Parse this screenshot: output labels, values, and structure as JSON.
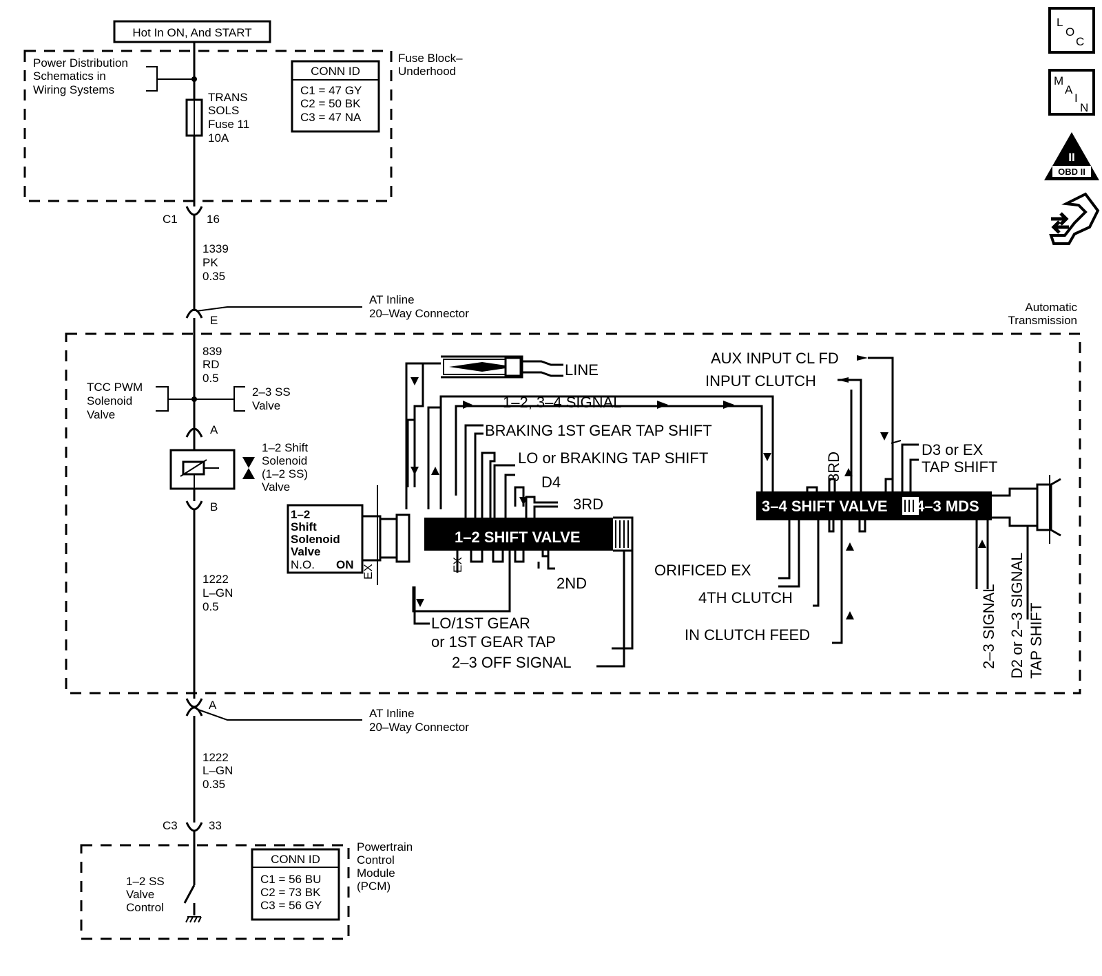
{
  "header": {
    "hot_label": "Hot In ON, And START"
  },
  "fuse_block": {
    "label_line1": "Fuse Block–",
    "label_line2": "Underhood",
    "power_ref": [
      "Power Distribution",
      "Schematics in",
      "Wiring Systems"
    ],
    "fuse": [
      "TRANS",
      "SOLS",
      "Fuse 11",
      "10A"
    ],
    "conn_title": "CONN ID",
    "conn_lines": [
      "C1 = 47 GY",
      "C2 = 50 BK",
      "C3 = 47 NA"
    ]
  },
  "c1": {
    "label": "C1",
    "pin": "16"
  },
  "wire1": [
    "1339",
    "PK",
    "0.35"
  ],
  "inline_top": {
    "line1": "AT Inline",
    "line2": "20–Way Connector",
    "pin": "E"
  },
  "transmission": {
    "label_line1": "Automatic",
    "label_line2": "Transmission",
    "wire2": [
      "839",
      "RD",
      "0.5"
    ],
    "tcc": [
      "TCC PWM",
      "Solenoid",
      "Valve"
    ],
    "ss23": [
      "2–3 SS",
      "Valve"
    ],
    "pin_a": "A",
    "pin_b": "B",
    "shift_sol": [
      "1–2 Shift",
      "Solenoid",
      "(1–2 SS)",
      "Valve"
    ],
    "wire3": [
      "1222",
      "L–GN",
      "0.5"
    ],
    "sol_box": [
      "1–2",
      "Shift",
      "Solenoid",
      "Valve",
      "N.O."
    ],
    "sol_on": "ON",
    "ex": "EX"
  },
  "hydraulic": {
    "line": "LINE",
    "signal_12_34": "1–2, 3–4 SIGNAL",
    "braking_1st": "BRAKING 1ST GEAR TAP SHIFT",
    "lo_braking": "LO or BRAKING TAP SHIFT",
    "d4": "D4",
    "third": "3RD",
    "valve_12": "1–2 SHIFT VALVE",
    "second": "2ND",
    "lo_1st": "LO/1ST GEAR",
    "or_1st_tap": "or 1ST GEAR TAP",
    "off_23": "2–3 OFF SIGNAL",
    "aux_input": "AUX INPUT CL FD",
    "input_clutch": "INPUT CLUTCH",
    "third_v": "3RD",
    "d3_ex": "D3 or EX",
    "tap_shift": "TAP SHIFT",
    "valve_34": "3–4 SHIFT VALVE",
    "mds_43": "4–3 MDS",
    "orificed_ex": "ORIFICED EX",
    "fourth_clutch": "4TH CLUTCH",
    "in_clutch_feed": "IN CLUTCH FEED",
    "signal_23": "2–3 SIGNAL",
    "d2_23_line1": "D2 or 2–3 SIGNAL",
    "d2_23_line2": "TAP SHIFT"
  },
  "inline_bottom": {
    "line1": "AT Inline",
    "line2": "20–Way Connector",
    "pin": "A"
  },
  "wire4": [
    "1222",
    "L–GN",
    "0.35"
  ],
  "c3": {
    "label": "C3",
    "pin": "33"
  },
  "pcm": {
    "label": [
      "Powertrain",
      "Control",
      "Module",
      "(PCM)"
    ],
    "control": [
      "1–2 SS",
      "Valve",
      "Control"
    ],
    "conn_title": "CONN ID",
    "conn_lines": [
      "C1 = 56 BU",
      "C2 = 73 BK",
      "C3 = 56 GY"
    ]
  },
  "nav": {
    "loc": {
      "icon": "loc-icon"
    },
    "main": {
      "icon": "main-icon"
    },
    "obd": {
      "icon": "obd-ii-icon",
      "text": "OBD II",
      "numeral": "II"
    },
    "connector": {
      "icon": "connector-icon"
    }
  }
}
